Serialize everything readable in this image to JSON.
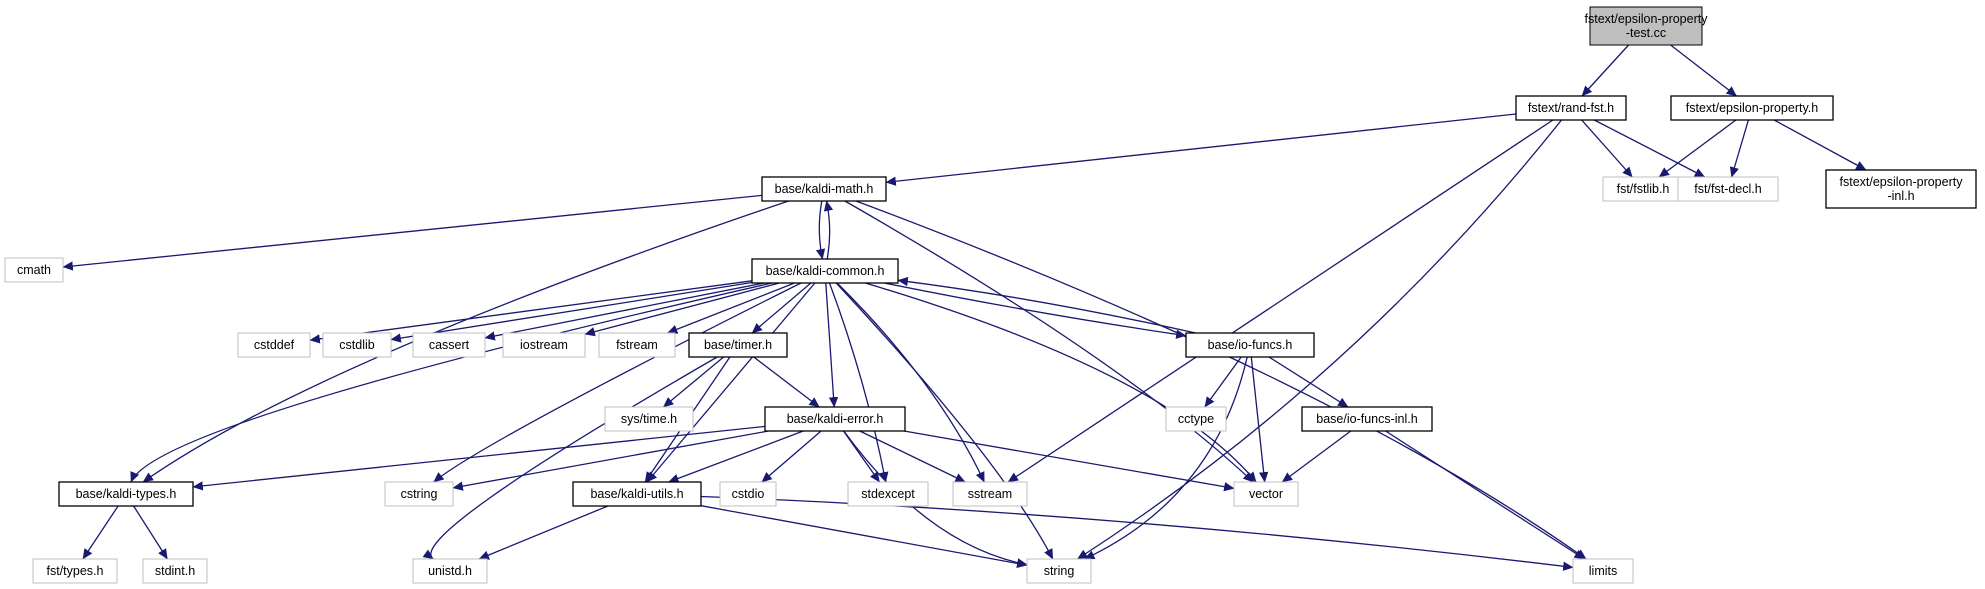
{
  "graph": {
    "nodes": [
      {
        "id": "epsilon_property_test",
        "lines": [
          "fstext/epsilon-property",
          "-test.cc"
        ],
        "kind": "main"
      },
      {
        "id": "rand_fst",
        "lines": [
          "fstext/rand-fst.h"
        ],
        "kind": "doc"
      },
      {
        "id": "epsilon_property_h",
        "lines": [
          "fstext/epsilon-property.h"
        ],
        "kind": "doc"
      },
      {
        "id": "kaldi_math",
        "lines": [
          "base/kaldi-math.h"
        ],
        "kind": "doc"
      },
      {
        "id": "fstlib",
        "lines": [
          "fst/fstlib.h"
        ],
        "kind": "ext"
      },
      {
        "id": "fst_decl",
        "lines": [
          "fst/fst-decl.h"
        ],
        "kind": "ext"
      },
      {
        "id": "epsilon_property_inl",
        "lines": [
          "fstext/epsilon-property",
          "-inl.h"
        ],
        "kind": "doc"
      },
      {
        "id": "cmath",
        "lines": [
          "cmath"
        ],
        "kind": "ext"
      },
      {
        "id": "kaldi_common",
        "lines": [
          "base/kaldi-common.h"
        ],
        "kind": "doc"
      },
      {
        "id": "cstddef",
        "lines": [
          "cstddef"
        ],
        "kind": "ext"
      },
      {
        "id": "cstdlib",
        "lines": [
          "cstdlib"
        ],
        "kind": "ext"
      },
      {
        "id": "cassert",
        "lines": [
          "cassert"
        ],
        "kind": "ext"
      },
      {
        "id": "iostream",
        "lines": [
          "iostream"
        ],
        "kind": "ext"
      },
      {
        "id": "fstream",
        "lines": [
          "fstream"
        ],
        "kind": "ext"
      },
      {
        "id": "timer",
        "lines": [
          "base/timer.h"
        ],
        "kind": "doc"
      },
      {
        "id": "io_funcs",
        "lines": [
          "base/io-funcs.h"
        ],
        "kind": "doc"
      },
      {
        "id": "sys_time",
        "lines": [
          "sys/time.h"
        ],
        "kind": "ext"
      },
      {
        "id": "kaldi_error",
        "lines": [
          "base/kaldi-error.h"
        ],
        "kind": "doc"
      },
      {
        "id": "cctype",
        "lines": [
          "cctype"
        ],
        "kind": "ext"
      },
      {
        "id": "io_funcs_inl",
        "lines": [
          "base/io-funcs-inl.h"
        ],
        "kind": "doc"
      },
      {
        "id": "kaldi_types",
        "lines": [
          "base/kaldi-types.h"
        ],
        "kind": "doc"
      },
      {
        "id": "cstring",
        "lines": [
          "cstring"
        ],
        "kind": "ext"
      },
      {
        "id": "kaldi_utils",
        "lines": [
          "base/kaldi-utils.h"
        ],
        "kind": "doc"
      },
      {
        "id": "cstdio",
        "lines": [
          "cstdio"
        ],
        "kind": "ext"
      },
      {
        "id": "stdexcept",
        "lines": [
          "stdexcept"
        ],
        "kind": "ext"
      },
      {
        "id": "sstream",
        "lines": [
          "sstream"
        ],
        "kind": "ext"
      },
      {
        "id": "vector",
        "lines": [
          "vector"
        ],
        "kind": "ext"
      },
      {
        "id": "fst_types",
        "lines": [
          "fst/types.h"
        ],
        "kind": "ext"
      },
      {
        "id": "stdint",
        "lines": [
          "stdint.h"
        ],
        "kind": "ext"
      },
      {
        "id": "unistd",
        "lines": [
          "unistd.h"
        ],
        "kind": "ext"
      },
      {
        "id": "string",
        "lines": [
          "string"
        ],
        "kind": "ext"
      },
      {
        "id": "limits",
        "lines": [
          "limits"
        ],
        "kind": "ext"
      }
    ],
    "edges": [
      [
        "epsilon_property_test",
        "rand_fst"
      ],
      [
        "epsilon_property_test",
        "epsilon_property_h"
      ],
      [
        "rand_fst",
        "kaldi_math"
      ],
      [
        "rand_fst",
        "fstlib"
      ],
      [
        "rand_fst",
        "fst_decl"
      ],
      [
        "rand_fst",
        "sstream"
      ],
      [
        "rand_fst",
        "string"
      ],
      [
        "epsilon_property_h",
        "fstlib"
      ],
      [
        "epsilon_property_h",
        "fst_decl"
      ],
      [
        "epsilon_property_h",
        "epsilon_property_inl"
      ],
      [
        "kaldi_math",
        "cmath"
      ],
      [
        "kaldi_math",
        "kaldi_common"
      ],
      [
        "kaldi_math",
        "kaldi_types"
      ],
      [
        "kaldi_math",
        "vector"
      ],
      [
        "kaldi_math",
        "limits"
      ],
      [
        "kaldi_common",
        "kaldi_math"
      ],
      [
        "kaldi_common",
        "kaldi_types"
      ],
      [
        "kaldi_common",
        "cstddef"
      ],
      [
        "kaldi_common",
        "cstdlib"
      ],
      [
        "kaldi_common",
        "cassert"
      ],
      [
        "kaldi_common",
        "iostream"
      ],
      [
        "kaldi_common",
        "fstream"
      ],
      [
        "kaldi_common",
        "timer"
      ],
      [
        "kaldi_common",
        "io_funcs"
      ],
      [
        "kaldi_common",
        "kaldi_error"
      ],
      [
        "kaldi_common",
        "kaldi_utils"
      ],
      [
        "kaldi_common",
        "cstring"
      ],
      [
        "kaldi_common",
        "stdexcept"
      ],
      [
        "kaldi_common",
        "sstream"
      ],
      [
        "kaldi_common",
        "vector"
      ],
      [
        "kaldi_common",
        "string"
      ],
      [
        "io_funcs",
        "kaldi_common"
      ],
      [
        "io_funcs",
        "cctype"
      ],
      [
        "io_funcs",
        "io_funcs_inl"
      ],
      [
        "io_funcs",
        "vector"
      ],
      [
        "io_funcs",
        "string"
      ],
      [
        "io_funcs_inl",
        "vector"
      ],
      [
        "io_funcs_inl",
        "limits"
      ],
      [
        "timer",
        "sys_time"
      ],
      [
        "timer",
        "kaldi_error"
      ],
      [
        "timer",
        "kaldi_utils"
      ],
      [
        "timer",
        "unistd"
      ],
      [
        "kaldi_error",
        "kaldi_types"
      ],
      [
        "kaldi_error",
        "cstring"
      ],
      [
        "kaldi_error",
        "kaldi_utils"
      ],
      [
        "kaldi_error",
        "cstdio"
      ],
      [
        "kaldi_error",
        "stdexcept"
      ],
      [
        "kaldi_error",
        "sstream"
      ],
      [
        "kaldi_error",
        "vector"
      ],
      [
        "kaldi_error",
        "string"
      ],
      [
        "kaldi_types",
        "fst_types"
      ],
      [
        "kaldi_types",
        "stdint"
      ],
      [
        "kaldi_utils",
        "unistd"
      ],
      [
        "kaldi_utils",
        "string"
      ],
      [
        "kaldi_utils",
        "limits"
      ]
    ]
  },
  "colors": {
    "edge": "#191970",
    "main_fill": "#bfbfbf",
    "doc_border": "#000000",
    "ext_border": "#bfbfbf"
  }
}
